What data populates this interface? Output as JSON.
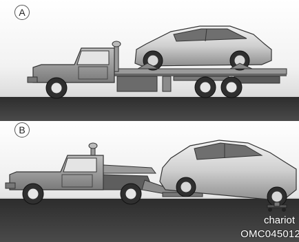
{
  "panels": [
    {
      "label": "A"
    },
    {
      "label": "B"
    }
  ],
  "annotations": {
    "chariot": "chariot",
    "figure_code": "OMC045012"
  }
}
